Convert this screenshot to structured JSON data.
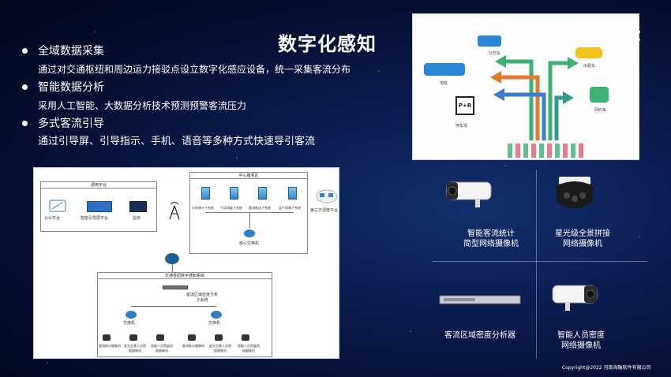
{
  "slide": {
    "title": "数字化感知",
    "title_tail": "t",
    "copyright": "Copyright@2022 河南海融软件有限公司"
  },
  "bullets": [
    {
      "heading": "全域数据采集",
      "desc": "通过对交通枢纽和周边运力接驳点设立数字化感应设备，统一采集客流分布"
    },
    {
      "heading": "智能数据分析",
      "desc": "采用人工智能、大数据分析技术预测预警客流压力"
    },
    {
      "heading": "多式客流引导",
      "desc": "通过引导屏、引导指示、手机、语音等多种方式快速导引客流"
    }
  ],
  "diagram": {
    "top_left_box": "调用平台",
    "top_left_items": [
      "公众平台",
      "智能引导屏平台",
      "监管"
    ],
    "center_box": "中心服务区",
    "center_servers": [
      "分析统计子系统",
      "引导调度子系统",
      "客流推送子系统",
      "运行保障子系统"
    ],
    "center_switch": "核心交换机",
    "cloud": "第三方调度平台",
    "bottom_box": "交通枢纽数字感知系统",
    "density_analyzer": "客流区域密度分析子系统",
    "switch_left": "交换机",
    "switch_right": "交换机",
    "cameras": [
      "客流统计摄像机",
      "星光全景人员密度摄像机",
      "智能人员密度网络摄像机",
      "客流统计摄像机",
      "星光全景人员密度摄像机",
      "智能人员密度网络摄像机"
    ]
  },
  "photo": {
    "labels": {
      "bus": "公交车",
      "taxi": "出租车",
      "train": "地铁",
      "cab": "网约车",
      "parking": "停车场"
    },
    "parking_sign": "P+R"
  },
  "devices": [
    {
      "name": "智能客流统计\n简型网络摄像机",
      "icon": "bullet-camera-icon"
    },
    {
      "name": "星光级全景拼接\n网络摄像机",
      "icon": "dome-camera-icon"
    },
    {
      "name": "客流区域密度分析器",
      "icon": "rack-server-icon"
    },
    {
      "name": "智能人员密度\n网络摄像机",
      "icon": "bullet-camera-icon"
    }
  ]
}
